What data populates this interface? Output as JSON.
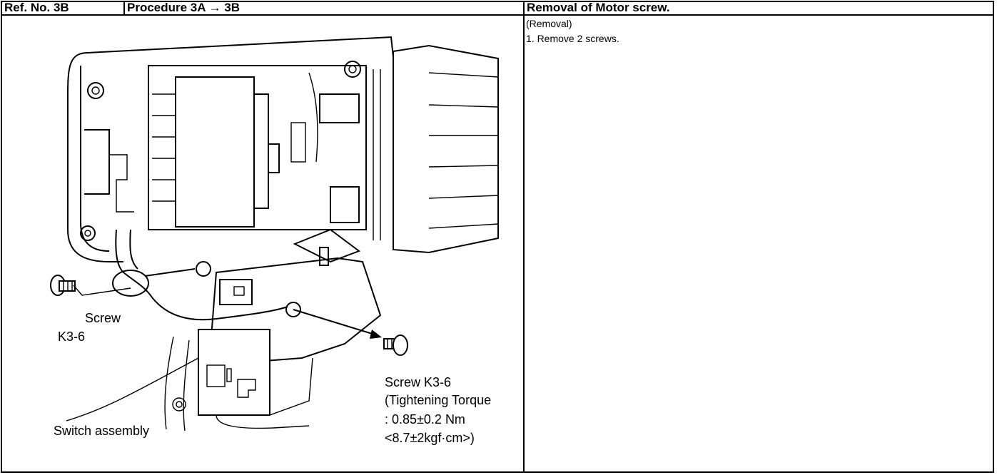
{
  "header": {
    "ref_no": "Ref. No. 3B",
    "procedure": "Procedure  3A → 3B",
    "title": "Removal of Motor screw."
  },
  "instructions": {
    "section": "(Removal)",
    "steps": [
      "1. Remove 2 screws."
    ]
  },
  "figure": {
    "label_screw_left_1": "Screw",
    "label_screw_left_2": "K3-6",
    "label_switch": "Switch assembly",
    "label_screw_right_1": "Screw  K3-6",
    "label_screw_right_2": "(Tightening Torque",
    "label_screw_right_3": ": 0.85±0.2 Nm",
    "label_screw_right_4": "<8.7±2kgf·cm>)"
  }
}
